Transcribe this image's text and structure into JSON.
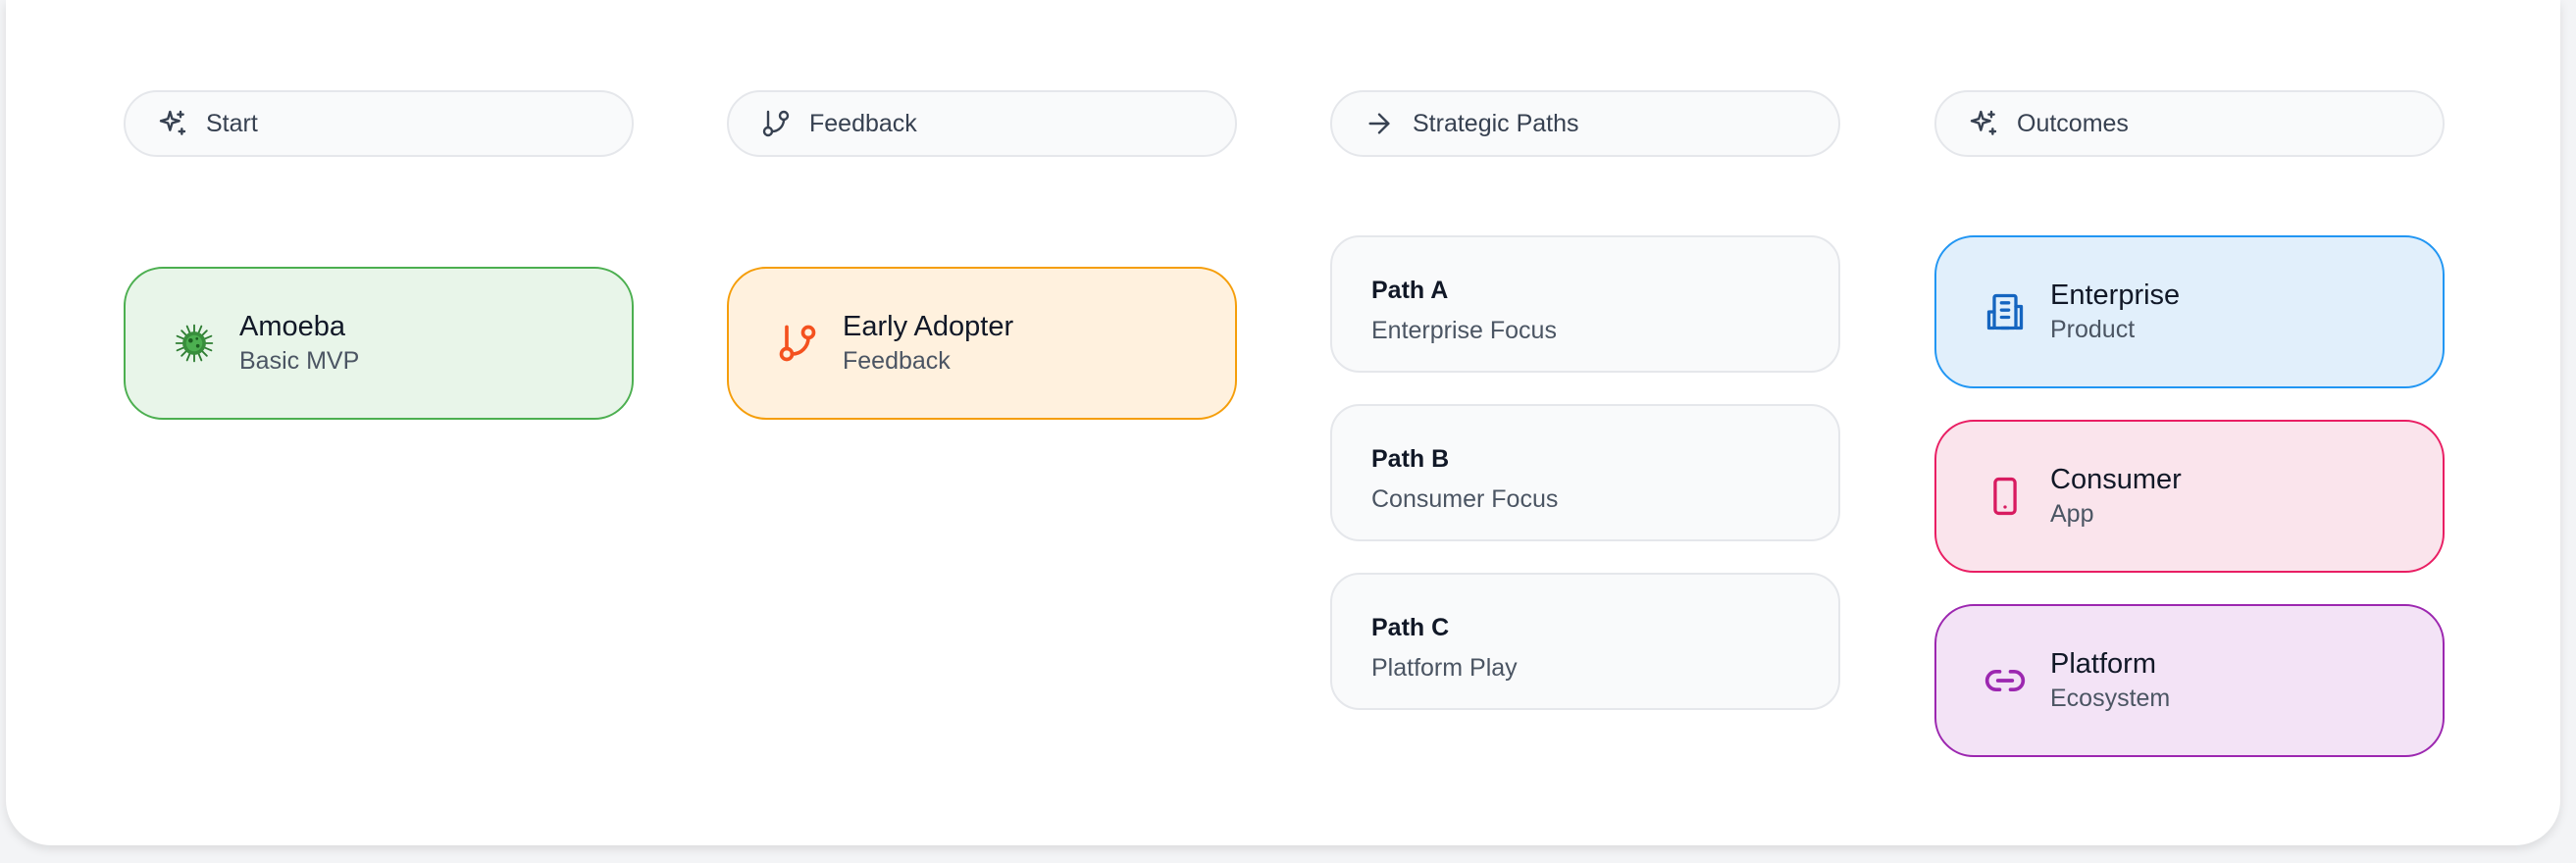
{
  "columns": [
    {
      "header": {
        "label": "Start",
        "icon": "sparkles-icon"
      },
      "cards": [
        {
          "title": "Amoeba",
          "subtitle": "Basic MVP",
          "icon": "virus-icon",
          "color": "#4caf50"
        }
      ]
    },
    {
      "header": {
        "label": "Feedback",
        "icon": "git-branch-icon"
      },
      "cards": [
        {
          "title": "Early Adopter",
          "subtitle": "Feedback",
          "icon": "git-branch-icon",
          "color": "#f4511e"
        }
      ]
    },
    {
      "header": {
        "label": "Strategic Paths",
        "icon": "arrow-right-icon"
      },
      "paths": [
        {
          "title": "Path A",
          "subtitle": "Enterprise Focus"
        },
        {
          "title": "Path B",
          "subtitle": "Consumer Focus"
        },
        {
          "title": "Path C",
          "subtitle": "Platform Play"
        }
      ]
    },
    {
      "header": {
        "label": "Outcomes",
        "icon": "sparkles-icon"
      },
      "cards": [
        {
          "title": "Enterprise",
          "subtitle": "Product",
          "icon": "building-icon",
          "color": "#1565c0"
        },
        {
          "title": "Consumer",
          "subtitle": "App",
          "icon": "smartphone-icon",
          "color": "#d81b60"
        },
        {
          "title": "Platform",
          "subtitle": "Ecosystem",
          "icon": "link-icon",
          "color": "#9c27b0"
        }
      ]
    }
  ]
}
